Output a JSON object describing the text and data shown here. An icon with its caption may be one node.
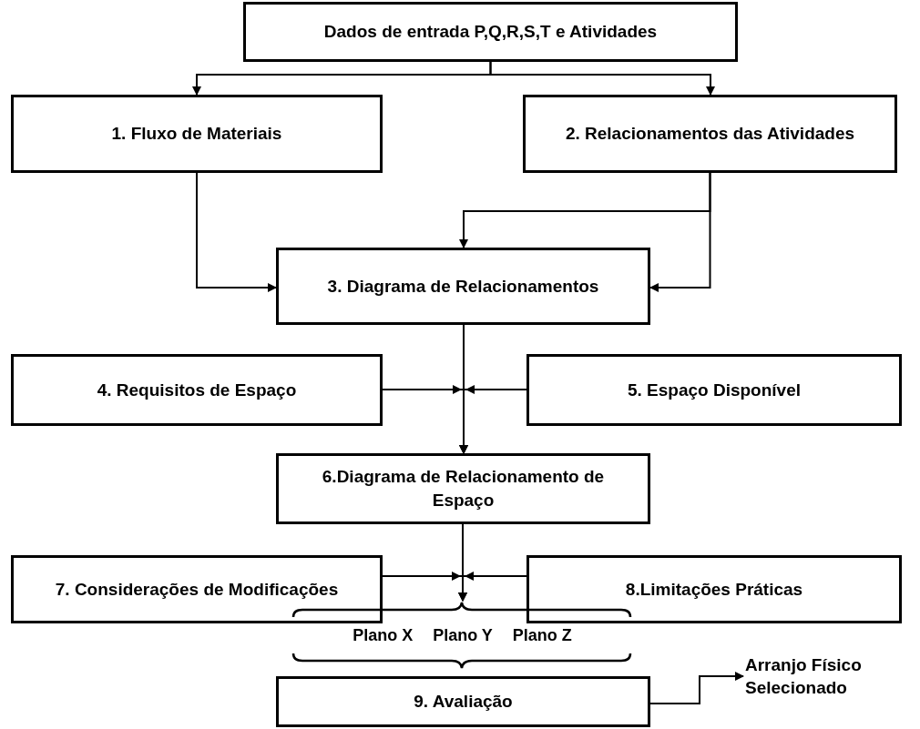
{
  "diagram": {
    "nodes": [
      {
        "text": [
          "Dados de entrada P,Q,R,S,T e Atividades"
        ]
      },
      {
        "text": [
          "1. Fluxo de Materiais"
        ]
      },
      {
        "text": [
          "2. Relacionamentos das Atividades"
        ]
      },
      {
        "text": [
          "3. Diagrama de Relacionamentos"
        ]
      },
      {
        "text": [
          "4. Requisitos de Espaço"
        ]
      },
      {
        "text": [
          "5. Espaço Disponível"
        ]
      },
      {
        "text": [
          "6.Diagrama de Relacionamento de Espaço"
        ]
      },
      {
        "text": [
          "7. Considerações de Modificações"
        ]
      },
      {
        "text": [
          "8.Limitações Práticas"
        ]
      },
      {
        "text": [
          "Plano X",
          "Plano Y",
          "Plano Z"
        ]
      },
      {
        "text": [
          "9. Avaliação"
        ]
      },
      {
        "text": [
          "Arranjo Físico Selecionado"
        ]
      }
    ],
    "edges": [
      {
        "from": 0,
        "to": 1,
        "arrow": "to"
      },
      {
        "from": 0,
        "to": 2,
        "arrow": "to"
      },
      {
        "from": 1,
        "to": 3,
        "arrow": "to"
      },
      {
        "from": 2,
        "to": 3,
        "arrow": "to"
      },
      {
        "from": 2,
        "to": 3,
        "arrow": "to"
      },
      {
        "from": 3,
        "to": 6,
        "arrow": "to"
      },
      {
        "from": 4,
        "to": 6,
        "arrow": "to"
      },
      {
        "from": 5,
        "to": 6,
        "arrow": "to"
      },
      {
        "from": 6,
        "to": 9,
        "arrow": "to"
      },
      {
        "from": 7,
        "to": 9,
        "arrow": "to"
      },
      {
        "from": 8,
        "to": 9,
        "arrow": "to"
      },
      {
        "from": 10,
        "to": 11,
        "arrow": "to"
      }
    ]
  }
}
